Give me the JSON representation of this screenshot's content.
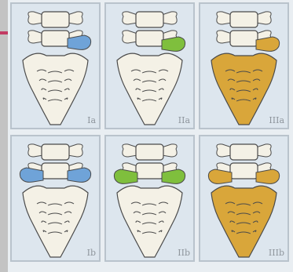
{
  "colors": {
    "bone": "#f4f1e6",
    "outline": "#4a4a4a",
    "classI": "#6fa3d8",
    "classII": "#7fbf3d",
    "classIII": "#d9a63a"
  },
  "panels": [
    {
      "label": "Ia",
      "type": "I",
      "variant": "a"
    },
    {
      "label": "IIa",
      "type": "II",
      "variant": "a"
    },
    {
      "label": "IIIa",
      "type": "III",
      "variant": "a"
    },
    {
      "label": "Ib",
      "type": "I",
      "variant": "b"
    },
    {
      "label": "IIb",
      "type": "II",
      "variant": "b"
    },
    {
      "label": "IIIb",
      "type": "III",
      "variant": "b"
    }
  ]
}
